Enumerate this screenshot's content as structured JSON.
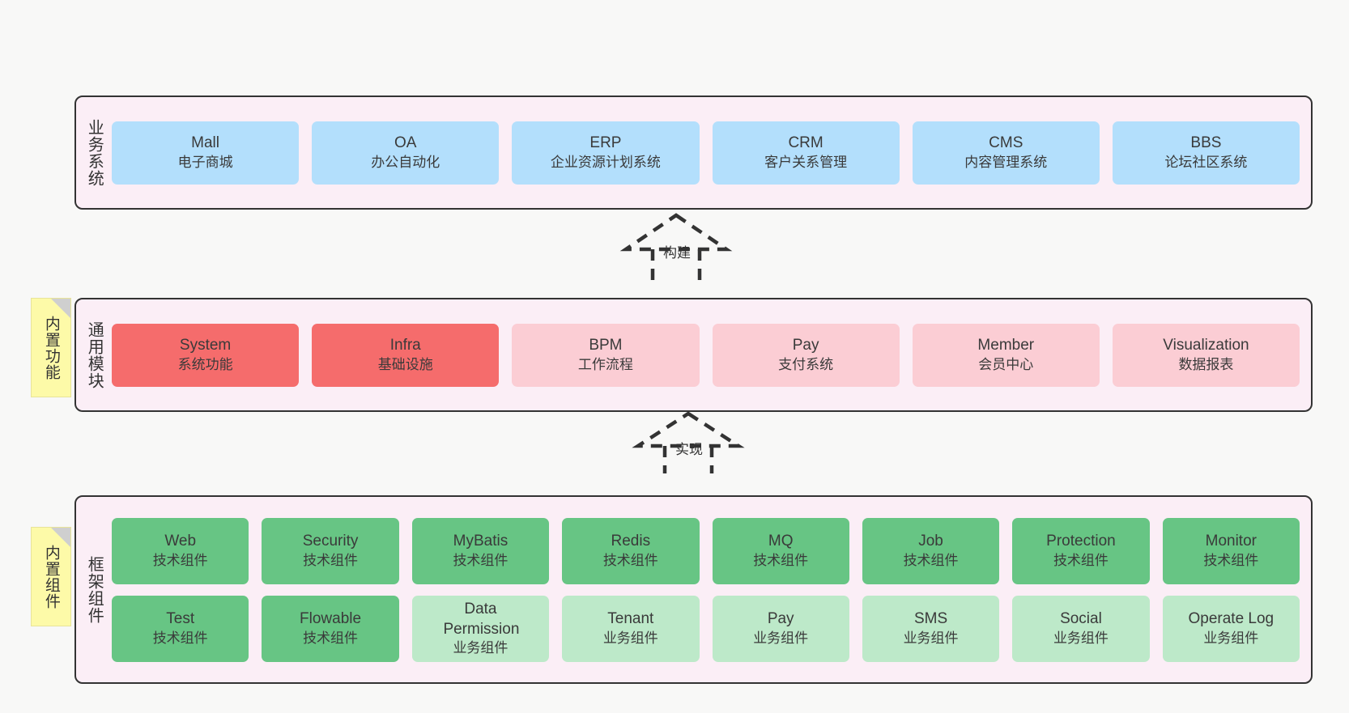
{
  "canvas": {
    "background": "#f8f8f7"
  },
  "palette": {
    "layer_bg": "#fbeef6",
    "layer_border": "#333333",
    "business_card": "#b3dffc",
    "module_core": "#f56c6c",
    "module_plain": "#fbcdd4",
    "framework_tech": "#67c584",
    "framework_biz": "#bde9c9",
    "note_bg": "#fdfaa8",
    "note_fold": "#cfcfcf"
  },
  "layers": [
    {
      "key": "business",
      "title": "业务系统",
      "note": null,
      "rows": [
        {
          "variant": "c-blue",
          "cards": [
            {
              "en": "Mall",
              "cn": "电子商城"
            },
            {
              "en": "OA",
              "cn": "办公自动化"
            },
            {
              "en": "ERP",
              "cn": "企业资源计划系统"
            },
            {
              "en": "CRM",
              "cn": "客户关系管理"
            },
            {
              "en": "CMS",
              "cn": "内容管理系统"
            },
            {
              "en": "BBS",
              "cn": "论坛社区系统"
            }
          ]
        }
      ]
    },
    {
      "key": "modules",
      "title": "通用模块",
      "note": "内置功能",
      "rows": [
        {
          "variant": "mixed",
          "cards": [
            {
              "en": "System",
              "cn": "系统功能",
              "variant": "c-red"
            },
            {
              "en": "Infra",
              "cn": "基础设施",
              "variant": "c-red"
            },
            {
              "en": "BPM",
              "cn": "工作流程",
              "variant": "c-pink"
            },
            {
              "en": "Pay",
              "cn": "支付系统",
              "variant": "c-pink"
            },
            {
              "en": "Member",
              "cn": "会员中心",
              "variant": "c-pink"
            },
            {
              "en": "Visualization",
              "cn": "数据报表",
              "variant": "c-pink"
            }
          ]
        }
      ]
    },
    {
      "key": "framework",
      "title": "框架组件",
      "note": "内置组件",
      "rows": [
        {
          "variant": "c-green",
          "cards": [
            {
              "en": "Web",
              "cn": "技术组件"
            },
            {
              "en": "Security",
              "cn": "技术组件"
            },
            {
              "en": "MyBatis",
              "cn": "技术组件"
            },
            {
              "en": "Redis",
              "cn": "技术组件"
            },
            {
              "en": "MQ",
              "cn": "技术组件"
            },
            {
              "en": "Job",
              "cn": "技术组件"
            },
            {
              "en": "Protection",
              "cn": "技术组件"
            },
            {
              "en": "Monitor",
              "cn": "技术组件"
            }
          ]
        },
        {
          "variant": "mixed",
          "cards": [
            {
              "en": "Test",
              "cn": "技术组件",
              "variant": "c-green"
            },
            {
              "en": "Flowable",
              "cn": "技术组件",
              "variant": "c-green"
            },
            {
              "en": "Data Permission",
              "cn": "业务组件",
              "variant": "c-lightgreen"
            },
            {
              "en": "Tenant",
              "cn": "业务组件",
              "variant": "c-lightgreen"
            },
            {
              "en": "Pay",
              "cn": "业务组件",
              "variant": "c-lightgreen"
            },
            {
              "en": "SMS",
              "cn": "业务组件",
              "variant": "c-lightgreen"
            },
            {
              "en": "Social",
              "cn": "业务组件",
              "variant": "c-lightgreen"
            },
            {
              "en": "Operate Log",
              "cn": "业务组件",
              "variant": "c-lightgreen"
            }
          ]
        }
      ]
    }
  ],
  "connectors": [
    {
      "key": "build",
      "label": "构建",
      "from": "modules",
      "to": "business"
    },
    {
      "key": "implement",
      "label": "实现",
      "from": "framework",
      "to": "modules"
    }
  ]
}
